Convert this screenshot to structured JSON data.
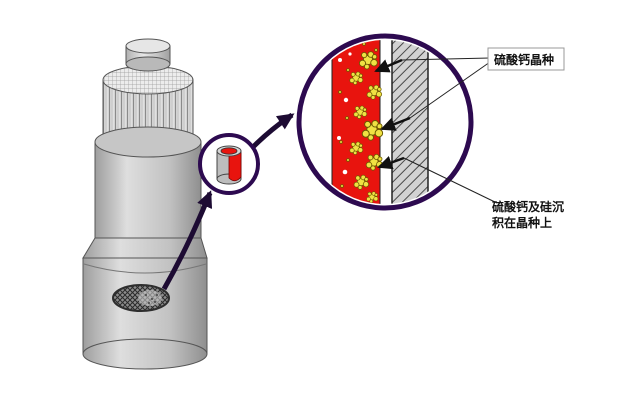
{
  "diagram": {
    "labels": {
      "seed_crystal": "硫酸钙晶种",
      "deposit_line1": "硫酸钙及硅沉",
      "deposit_line2": "积在晶种上"
    },
    "colors": {
      "scale_red": "#e8140e",
      "crystal_yellow": "#f0e243",
      "magnifier_purple": "#2d0a50",
      "outline_gray": "#555555"
    }
  }
}
